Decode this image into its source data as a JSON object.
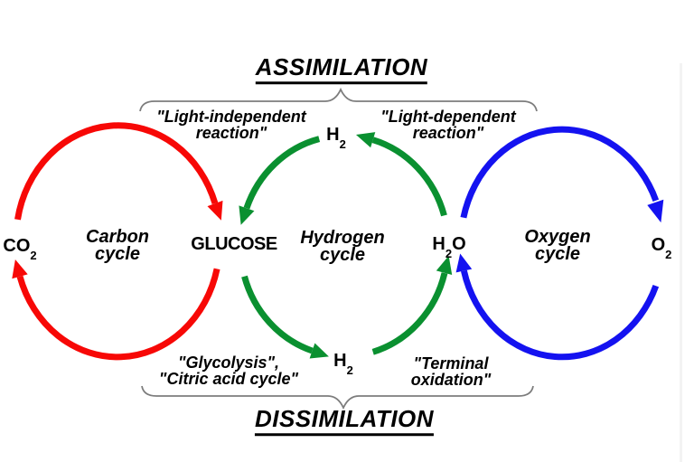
{
  "figure": {
    "top_title": "ASSIMILATION",
    "bottom_title": "DISSIMILATION"
  },
  "colors": {
    "carbon": "#f70806",
    "hydrogen": "#0a9030",
    "oxygen": "#1412f0",
    "brace": "#7d7d7d",
    "text": "#000000"
  },
  "cycles": {
    "carbon": {
      "line1": "Carbon",
      "line2": "cycle"
    },
    "hydrogen": {
      "line1": "Hydrogen",
      "line2": "cycle"
    },
    "oxygen": {
      "line1": "Oxygen",
      "line2": "cycle"
    }
  },
  "molecules": {
    "co2": {
      "pre": "CO",
      "sub": "2",
      "post": ""
    },
    "glucose": "GLUCOSE",
    "h2_top": {
      "pre": "H",
      "sub": "2",
      "post": ""
    },
    "h2_bottom": {
      "pre": "H",
      "sub": "2",
      "post": ""
    },
    "h2o": {
      "pre": "H",
      "sub": "2",
      "post": "O"
    },
    "o2": {
      "pre": "O",
      "sub": "2",
      "post": ""
    }
  },
  "processes": {
    "light_independent": {
      "line1": "\"Light-independent",
      "line2": "reaction\""
    },
    "light_dependent": {
      "line1": "\"Light-dependent",
      "line2": "reaction\""
    },
    "glycolysis": {
      "line1": "\"Glycolysis\",",
      "line2": "\"Citric acid cycle\""
    },
    "terminal_oxidation": {
      "line1": "\"Terminal",
      "line2": "oxidation\""
    }
  }
}
